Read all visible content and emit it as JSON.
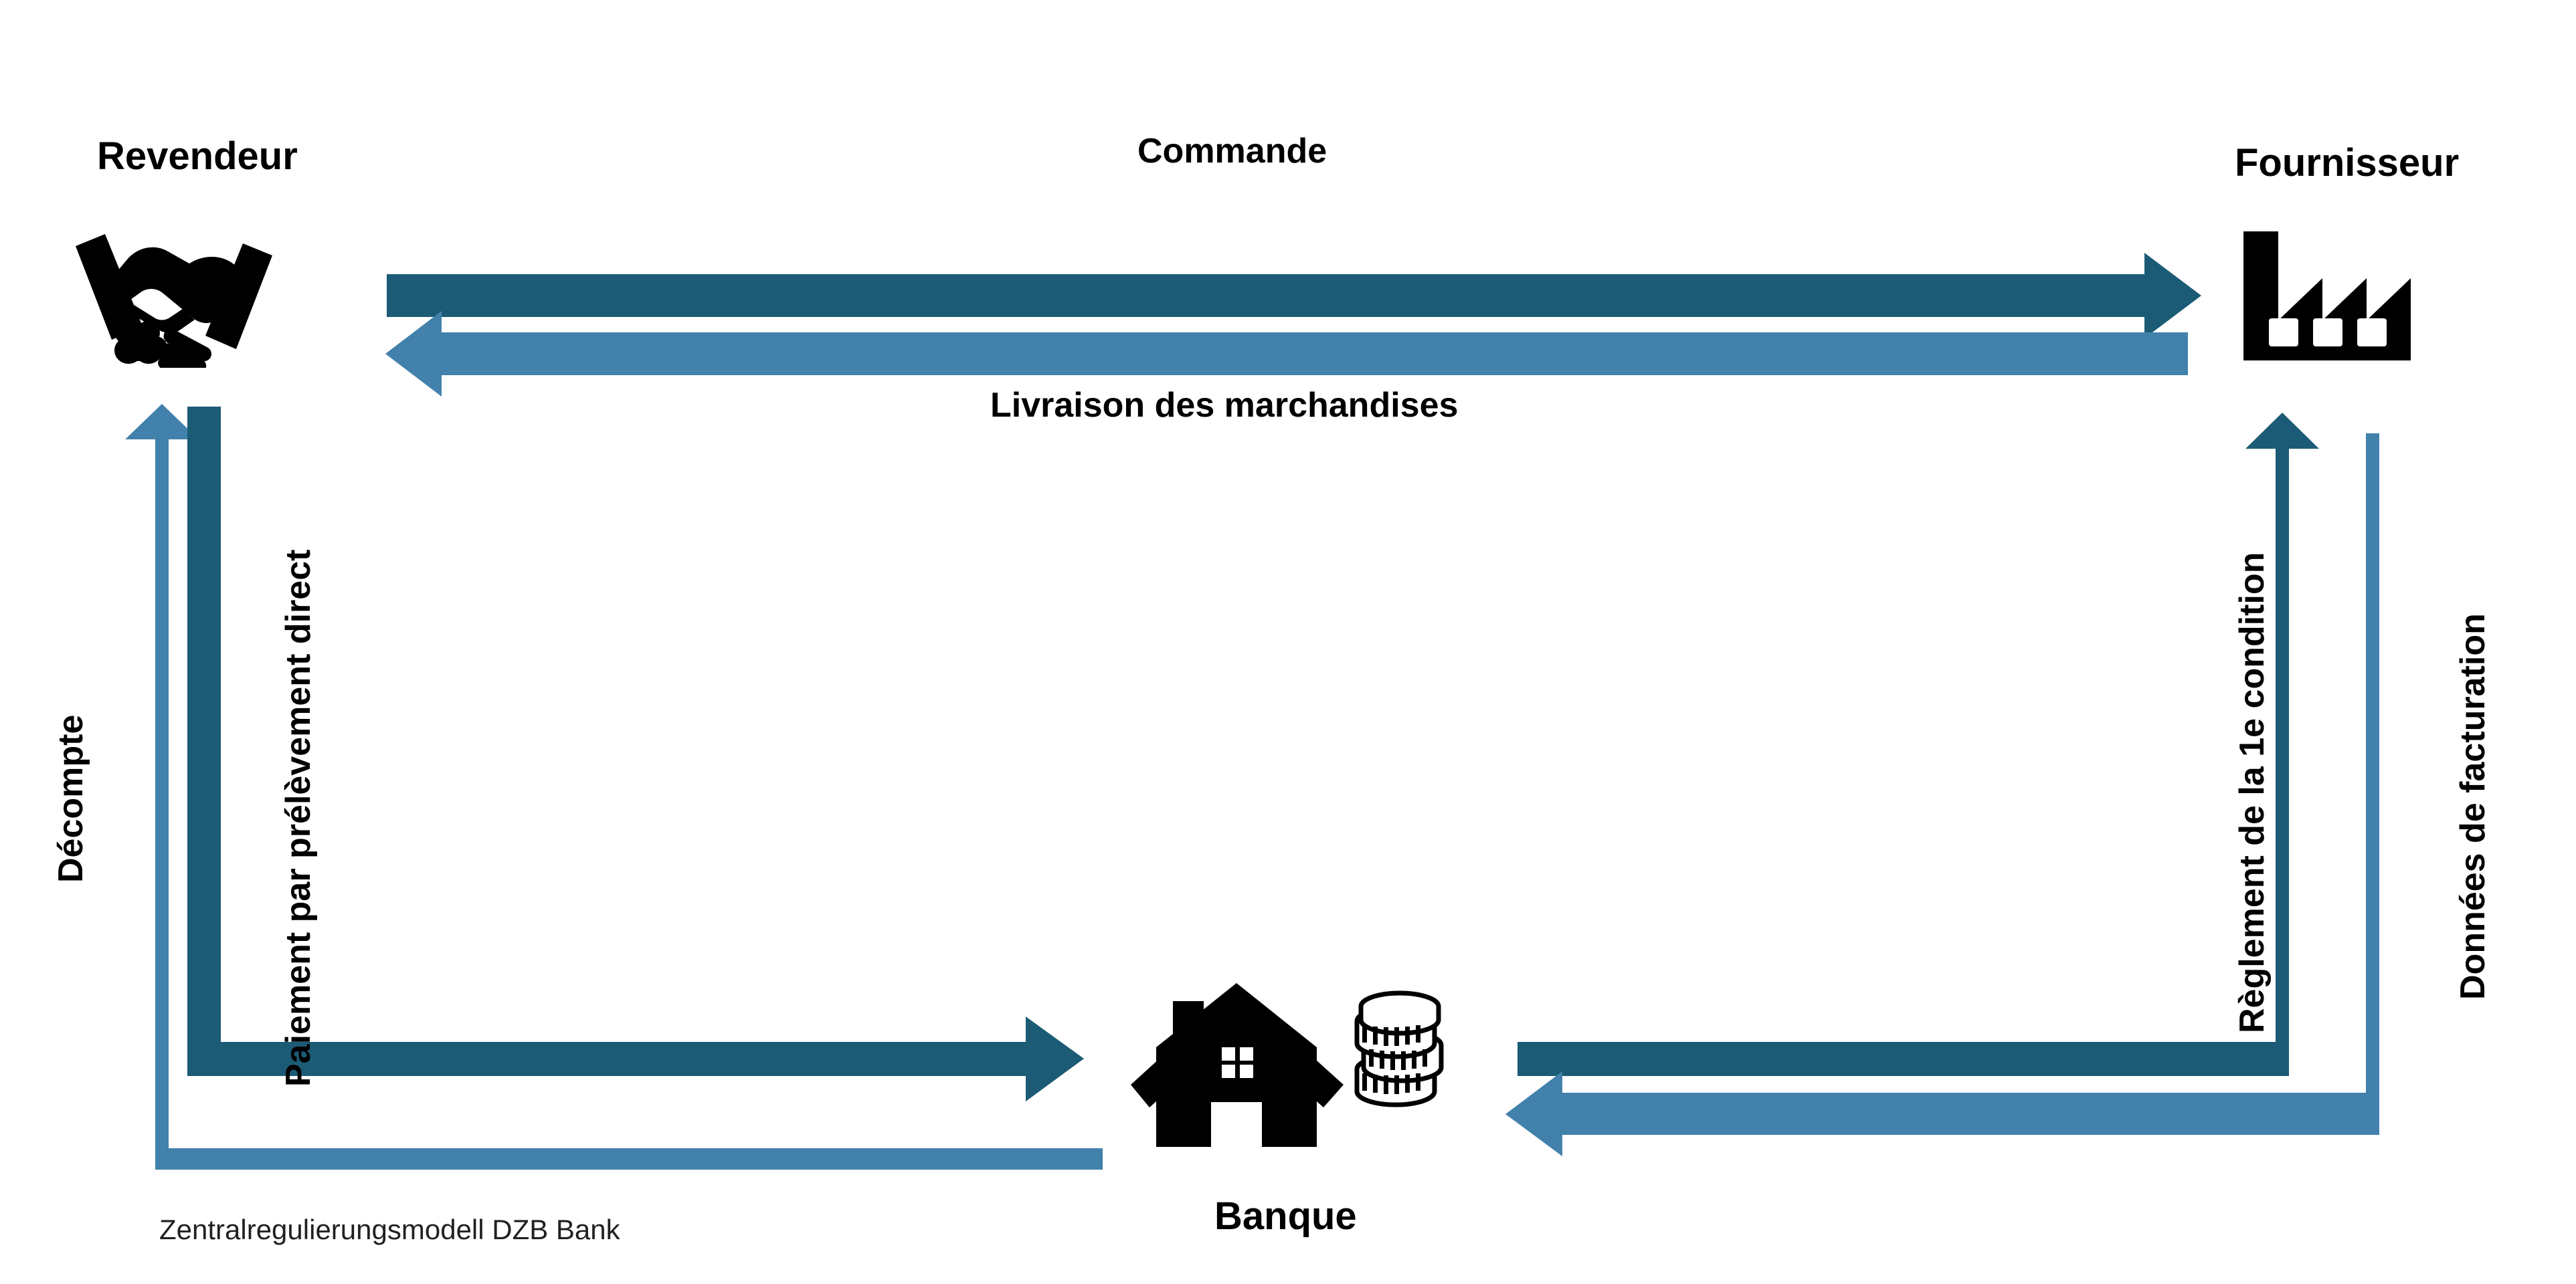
{
  "diagram": {
    "title_caption": "Zentralregulierungsmodell DZB Bank",
    "colors": {
      "arrow_dark": "#1C5B75",
      "arrow_light": "#4281AB",
      "icon": "#000000",
      "text": "#000000",
      "background": "#FFFFFF"
    },
    "nodes": [
      {
        "id": "reseller",
        "label": "Revendeur",
        "icon": "handshake-icon"
      },
      {
        "id": "supplier",
        "label": "Fournisseur",
        "icon": "factory-icon"
      },
      {
        "id": "bank",
        "label": "Banque",
        "icon": "bank-house-coins-icon"
      }
    ],
    "flows": [
      {
        "id": "commande",
        "label": "Commande",
        "from": "reseller",
        "to": "supplier",
        "direction": "right",
        "orientation": "horizontal",
        "color_key": "arrow_dark"
      },
      {
        "id": "livraison",
        "label": "Livraison des marchandises",
        "from": "supplier",
        "to": "reseller",
        "direction": "left",
        "orientation": "horizontal",
        "color_key": "arrow_light"
      },
      {
        "id": "decompte",
        "label": "Décompte",
        "from": "bank",
        "to": "reseller",
        "direction": "up",
        "orientation": "vertical",
        "color_key": "arrow_light"
      },
      {
        "id": "prelevement",
        "label": "Paiement par prélèvement direct",
        "from": "reseller",
        "to": "bank",
        "direction": "right",
        "orientation": "vertical",
        "color_key": "arrow_dark"
      },
      {
        "id": "reglement",
        "label": "Règlement de la 1e condition",
        "from": "bank",
        "to": "supplier",
        "direction": "up",
        "orientation": "vertical",
        "color_key": "arrow_dark"
      },
      {
        "id": "facturation",
        "label": "Données de facturation",
        "from": "supplier",
        "to": "bank",
        "direction": "left",
        "orientation": "vertical",
        "color_key": "arrow_light"
      }
    ]
  }
}
